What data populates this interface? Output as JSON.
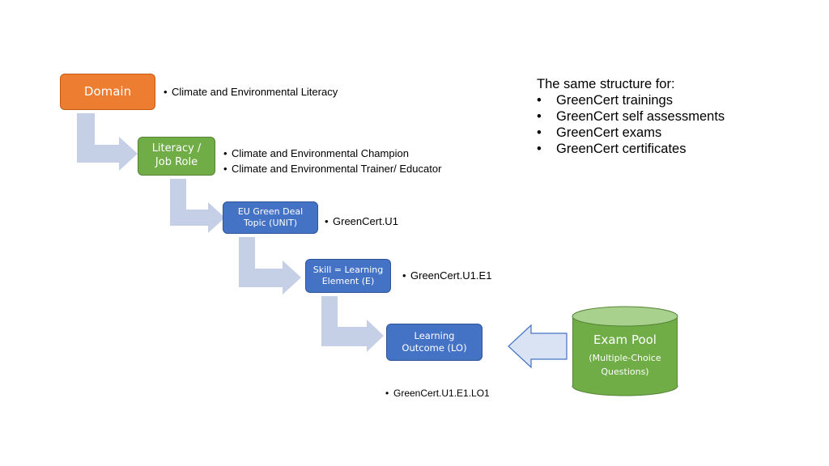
{
  "hierarchy": {
    "domain": {
      "label": "Domain",
      "color": "#ed7d31",
      "bullets": [
        "Climate and Environmental   Literacy"
      ]
    },
    "literacy": {
      "label_lines": [
        "Literacy /",
        "Job Role"
      ],
      "color": "#70ad47",
      "bullets": [
        "Climate and Environmental Champion",
        "Climate and Environmental Trainer/  Educator"
      ]
    },
    "unit": {
      "label_lines": [
        "EU Green Deal",
        "Topic (UNIT)"
      ],
      "color": "#4472c4",
      "bullets": [
        "GreenCert.U1"
      ]
    },
    "element": {
      "label_lines": [
        "Skill = Learning",
        "Element (E)"
      ],
      "color": "#4472c4",
      "bullets": [
        "GreenCert.U1.E1"
      ]
    },
    "outcome": {
      "label_lines": [
        "Learning",
        "Outcome (LO)"
      ],
      "color": "#4472c4",
      "bullets": [
        "GreenCert.U1.E1.LO1"
      ]
    }
  },
  "exam_pool": {
    "title": "Exam Pool",
    "subtitle_lines": [
      "(Multiple-Choice",
      "Questions)"
    ],
    "color": "#70ad47"
  },
  "structure_note": {
    "title": "The same structure for:",
    "items": [
      "GreenCert trainings",
      "GreenCert self assessments",
      "GreenCert exams",
      "GreenCert certificates"
    ]
  },
  "connector_color": "#c5cfe6",
  "icons": {
    "flow_arrow": "bent-arrow-icon",
    "feed_arrow": "left-arrow-icon"
  }
}
